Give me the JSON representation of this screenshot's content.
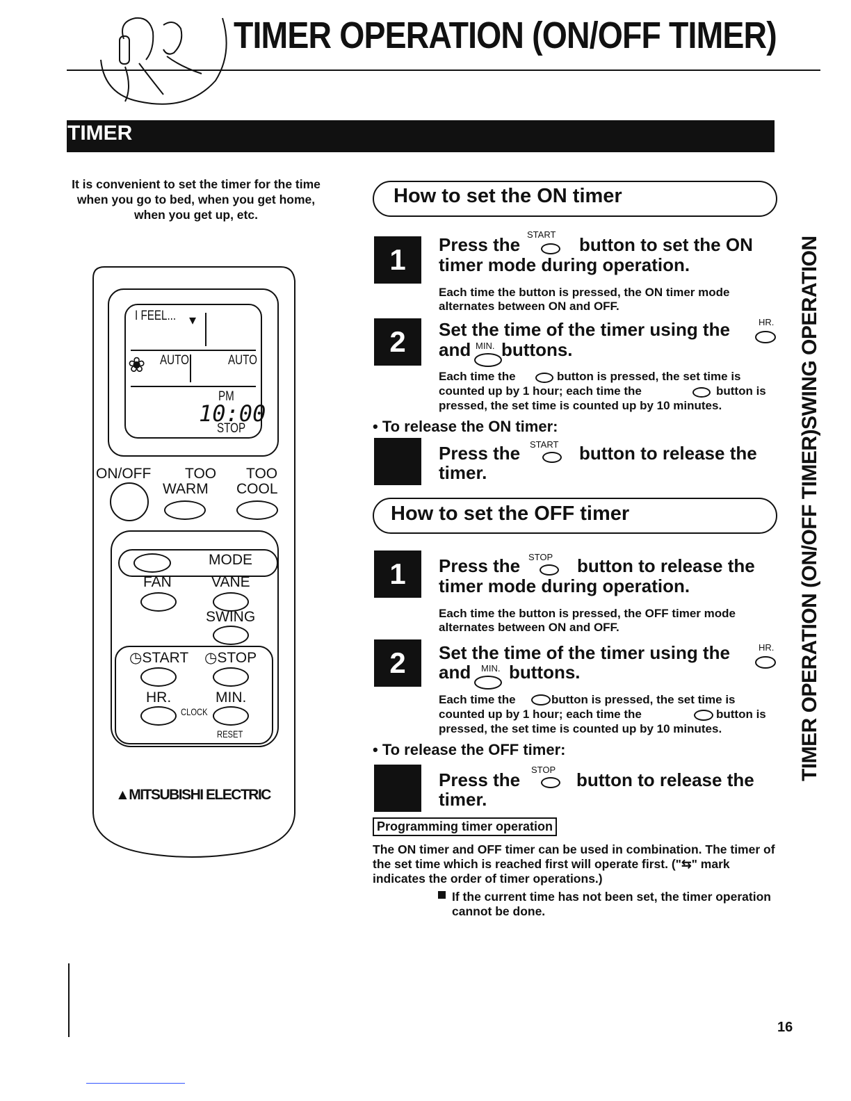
{
  "header": {
    "title": "TIMER OPERATION (ON/OFF TIMER)"
  },
  "banner": {
    "label": "TIMER"
  },
  "intro": "It is convenient to set the timer for the time when you go to bed, when you get home, when you get up, etc.",
  "remote": {
    "lcd": {
      "i_feel": "I FEEL...",
      "auto_left": "AUTO",
      "auto_right": "AUTO",
      "pm": "PM",
      "time": "10:00",
      "stop": "STOP"
    },
    "on_off": "ON/OFF",
    "too_warm_top": "TOO",
    "too_warm_bottom": "WARM",
    "too_cool_top": "TOO",
    "too_cool_bottom": "COOL",
    "mode": "MODE",
    "fan": "FAN",
    "vane": "VANE",
    "swing": "SWING",
    "start": "START",
    "stop": "STOP",
    "hr": "HR.",
    "min": "MIN.",
    "clock": "CLOCK",
    "reset": "RESET",
    "brand": "MITSUBISHI ELECTRIC"
  },
  "on_timer": {
    "heading": "How to set the ON timer",
    "step1_num": "1",
    "step1_line1_a": "Press the",
    "step1_line1_b": "button to set the ON",
    "step1_line2": "timer mode during operation.",
    "step1_sup": "START",
    "step1_sub1": "Each time the button is pressed, the ON timer mode",
    "step1_sub2": "alternates between ON and OFF.",
    "step2_num": "2",
    "step2_line1": "Set the time of the timer using the",
    "step2_line2_a": "and",
    "step2_line2_b": "buttons.",
    "step2_hr": "HR.",
    "step2_min": "MIN.",
    "step2_sub1_a": "Each time the",
    "step2_sub1_b": "button is pressed, the set time is",
    "step2_sub2_a": "counted up by 1 hour; each time the",
    "step2_sub2_b": "button is",
    "step2_sub3": "pressed, the set time is counted up by 10 minutes.",
    "release_head": "• To release the ON timer:",
    "release_line1_a": "Press the",
    "release_line1_b": "button to release the",
    "release_line2": "timer.",
    "release_sup": "START"
  },
  "off_timer": {
    "heading": "How to set the OFF timer",
    "step1_num": "1",
    "step1_line1_a": "Press the",
    "step1_line1_b": "button to release the",
    "step1_line2": "timer mode during operation.",
    "step1_sup": "STOP",
    "step1_sub1": "Each time the button is pressed, the OFF timer mode",
    "step1_sub2": "alternates between ON and OFF.",
    "step2_num": "2",
    "step2_line1": "Set the time of the timer using the",
    "step2_line2_a": "and",
    "step2_line2_b": "buttons.",
    "step2_hr": "HR.",
    "step2_min": "MIN.",
    "step2_sub1_a": "Each time the",
    "step2_sub1_b": "button is pressed, the set time is",
    "step2_sub2_a": "counted up by 1 hour; each time the",
    "step2_sub2_b": "button is",
    "step2_sub3": "pressed, the set time is counted up by 10 minutes.",
    "release_head": "• To release the OFF timer:",
    "release_line1_a": "Press the",
    "release_line1_b": "button to release the",
    "release_line2": "timer.",
    "release_sup": "STOP"
  },
  "programming": {
    "heading": "Programming timer operation",
    "paragraph": "The ON timer and OFF timer can be used in combination. The timer of the set time which is reached first will operate first. (\"⇆\" mark indicates the order of timer operations.)",
    "note": "If the current time has not been set, the timer operation cannot be done."
  },
  "side_tabs": {
    "top": "SWING OPERATION",
    "bottom": "TIMER OPERATION (ON/OFF TIMER)"
  },
  "page_number": "16"
}
